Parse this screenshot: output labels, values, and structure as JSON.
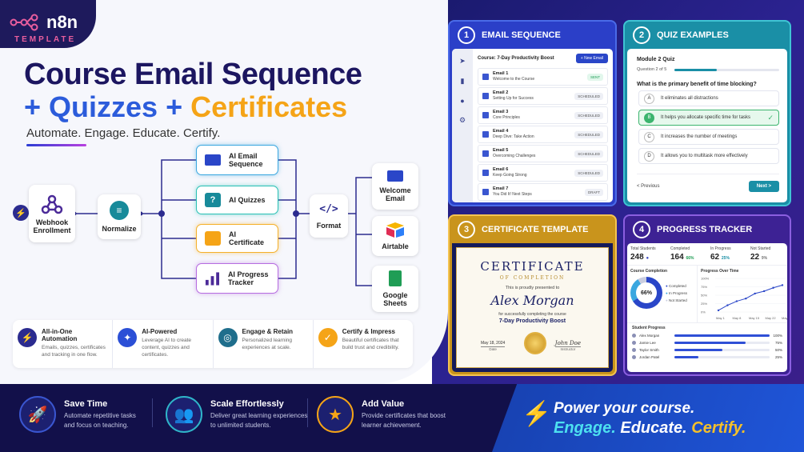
{
  "brand": {
    "name": "n8n",
    "sub": "TEMPLATE"
  },
  "title": {
    "line1": "Course Email Sequence",
    "plus1": "+ ",
    "part2": "Quizzes",
    "plus2": " + ",
    "part3": "Certificates"
  },
  "tagline": "Automate. Engage. Educate. Certify.",
  "workflow": {
    "webhook": "Webhook Enrollment",
    "normalize": "Normalize",
    "ai_email": "AI Email Sequence",
    "ai_quizzes": "AI Quizzes",
    "ai_certificate": "AI Certificate",
    "ai_progress": "AI Progress Tracker",
    "format": "Format",
    "welcome_email": "Welcome Email",
    "airtable": "Airtable",
    "google_sheets": "Google Sheets"
  },
  "features": [
    {
      "title": "All-in-One Automation",
      "desc": "Emails, quizzes, certificates and tracking in one flow.",
      "color": "#2b2b8f"
    },
    {
      "title": "AI-Powered",
      "desc": "Leverage AI to create content, quizzes and certificates.",
      "color": "#2b4fd6"
    },
    {
      "title": "Engage & Retain",
      "desc": "Personalized learning experiences at scale.",
      "color": "#1f6e8c"
    },
    {
      "title": "Certify & Impress",
      "desc": "Beautiful certificates that build trust and credibility.",
      "color": "#f5a417"
    }
  ],
  "bottom": [
    {
      "title": "Save Time",
      "desc1": "Automate repetitive tasks",
      "desc2": "and focus on teaching."
    },
    {
      "title": "Scale Effortlessly",
      "desc1": "Deliver great learning experiences",
      "desc2": "to unlimited students."
    },
    {
      "title": "Add Value",
      "desc1": "Provide certificates that boost",
      "desc2": "learner achievement."
    }
  ],
  "power": {
    "line1": "Power your course.",
    "engage": "Engage.",
    "educate": " Educate.",
    "certify": " Certify."
  },
  "email_panel": {
    "num": "1",
    "heading": "EMAIL SEQUENCE",
    "course": "Course: 7-Day Productivity Boost",
    "new_btn": "+ New Email",
    "emails": [
      {
        "t": "Email 1",
        "s": "Welcome to the Course",
        "status": "SENT"
      },
      {
        "t": "Email 2",
        "s": "Setting Up for Success",
        "status": "SCHEDULED"
      },
      {
        "t": "Email 3",
        "s": "Core Principles",
        "status": "SCHEDULED"
      },
      {
        "t": "Email 4",
        "s": "Deep Dive: Take Action",
        "status": "SCHEDULED"
      },
      {
        "t": "Email 5",
        "s": "Overcoming Challenges",
        "status": "SCHEDULED"
      },
      {
        "t": "Email 6",
        "s": "Keep Going Strong",
        "status": "SCHEDULED"
      },
      {
        "t": "Email 7",
        "s": "You Did It! Next Steps",
        "status": "DRAFT"
      }
    ]
  },
  "quiz_panel": {
    "num": "2",
    "heading": "QUIZ EXAMPLES",
    "quiz": "Module 2 Quiz",
    "progress_label": "Question 2 of 5",
    "progress": 0.4,
    "question": "What is the primary benefit of time blocking?",
    "options": [
      {
        "l": "A",
        "t": "It eliminates all distractions"
      },
      {
        "l": "B",
        "t": "It helps you allocate specific time for tasks"
      },
      {
        "l": "C",
        "t": "It increases the number of meetings"
      },
      {
        "l": "D",
        "t": "It allows you to multitask more effectively"
      }
    ],
    "prev": "< Previous",
    "next": "Next >"
  },
  "cert_panel": {
    "num": "3",
    "heading": "CERTIFICATE TEMPLATE",
    "c1": "CERTIFICATE",
    "c2": "OF COMPLETION",
    "c3": "This is proudly presented to",
    "name": "Alex Morgan",
    "c4": "for successfully completing the course",
    "course": "7-Day Productivity Boost",
    "date": "May 18, 2024",
    "date_l": "Date",
    "sig": "John Doe",
    "sig_l": "Instructor"
  },
  "progress_panel": {
    "num": "4",
    "heading": "PROGRESS TRACKER",
    "stats": [
      {
        "l": "Total Students",
        "v": "248",
        "pct": ""
      },
      {
        "l": "Completed",
        "v": "164",
        "pct": "66%"
      },
      {
        "l": "In Progress",
        "v": "62",
        "pct": "25%"
      },
      {
        "l": "Not Started",
        "v": "22",
        "pct": "9%"
      }
    ],
    "completion_title": "Course Completion",
    "completion": "66%",
    "legend": [
      "Completed",
      "In Progress",
      "Not Started"
    ],
    "over_title": "Progress Over Time",
    "y_ticks": [
      "100%",
      "75%",
      "50%",
      "25%",
      "0%"
    ],
    "x_ticks": [
      "May 1",
      "May 8",
      "May 15",
      "May 22",
      "May 29"
    ],
    "line": [
      5,
      20,
      32,
      40,
      55,
      62,
      72,
      80
    ],
    "students_title": "Student Progress",
    "students": [
      {
        "n": "Alex Morgan",
        "p": 100
      },
      {
        "n": "Jamie Lee",
        "p": 75
      },
      {
        "n": "Taylor Smith",
        "p": 50
      },
      {
        "n": "Jordan Patel",
        "p": 25
      }
    ]
  }
}
